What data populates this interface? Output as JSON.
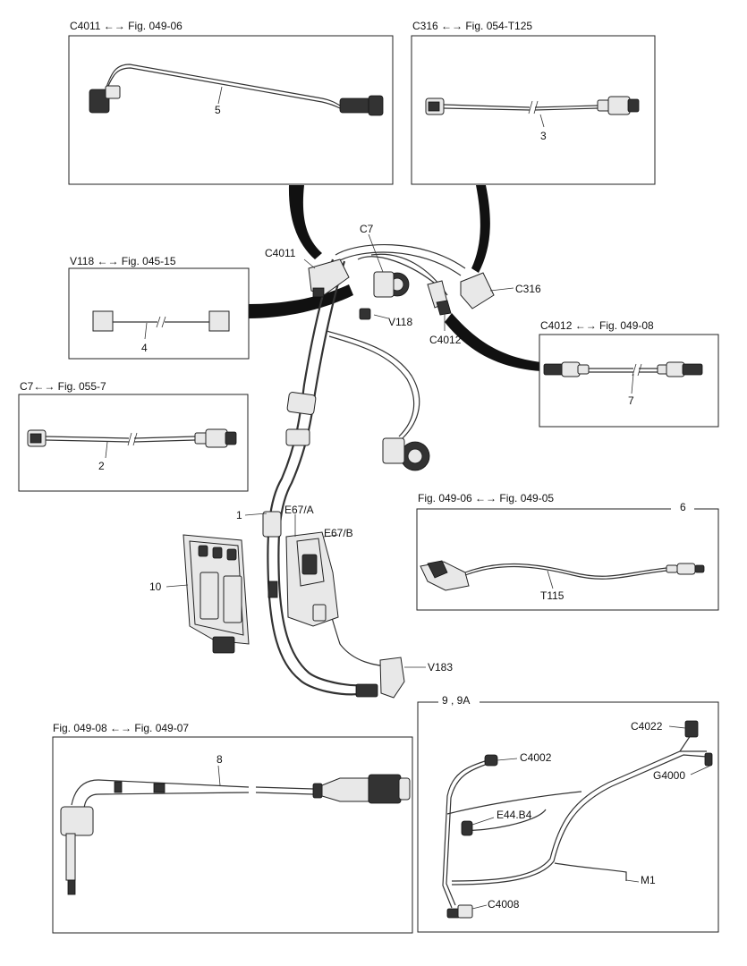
{
  "panels": {
    "p5": {
      "header": "C4011 ←→ Fig. 049-06",
      "item": "5"
    },
    "p3": {
      "header": "C316 ←→ Fig. 054-T125",
      "item": "3"
    },
    "p4": {
      "header": "V118 ←→ Fig. 045-15",
      "item": "4"
    },
    "p2": {
      "header": "C7←→ Fig. 055-7",
      "item": "2"
    },
    "p7": {
      "header": "C4012 ←→ Fig. 049-08",
      "item": "7"
    },
    "p6": {
      "header": "Fig. 049-06 ←→ Fig. 049-05",
      "item": "6",
      "t115": "T115"
    },
    "p8": {
      "header": "Fig. 049-08 ←→ Fig. 049-07",
      "item": "8"
    },
    "p9": {
      "header": "9 , 9A",
      "c4022": "C4022",
      "c4002": "C4002",
      "g4000": "G4000",
      "e44b4": "E44.B4",
      "m1": "M1",
      "c4008": "C4008"
    }
  },
  "main": {
    "c7": "C7",
    "c4011": "C4011",
    "c316": "C316",
    "v118": "V118",
    "c4012": "C4012",
    "item1": "1",
    "e67a": "E67/A",
    "e67b": "E67/B",
    "item10": "10",
    "v183": "V183"
  },
  "colors": {
    "line": "#333333",
    "frame": "#222222",
    "callout": "#111111"
  }
}
